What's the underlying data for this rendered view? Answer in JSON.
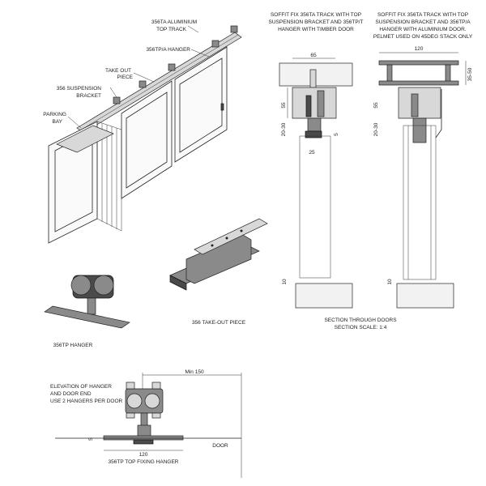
{
  "iso_view": {
    "labels": {
      "top_track_1": "356TA ALUMINIUM",
      "top_track_2": "TOP TRACK",
      "hanger": "356TP/A HANGER",
      "take_out_1": "TAKE OUT",
      "take_out_2": "PIECE",
      "bracket_1": "356 SUSPENSION",
      "bracket_2": "BRACKET",
      "parking_1": "PARKING",
      "parking_2": "BAY"
    }
  },
  "section_timber": {
    "caption": [
      "SOFFIT FIX 356TA TRACK WITH TOP",
      "SUSPENSION BRACKET AND 356TP/T",
      "HANGER WITH TIMBER DOOR"
    ],
    "dims": {
      "width": "65",
      "height": "55",
      "gap": "20-30",
      "door": "25",
      "five": "5",
      "floor": "10"
    }
  },
  "section_aluminium": {
    "caption": [
      "SOFFIT FIX 356TA TRACK WITH TOP",
      "SUSPENSION BRACKET AND 356TP/A",
      "HANGER WITH ALUMINIUM DOOR.",
      "PELMET USED ON 45DEG STACK ONLY"
    ],
    "dims": {
      "width": "120",
      "pelmet": "35-50",
      "height": "55",
      "gap": "20-30",
      "floor": "10"
    }
  },
  "section_title": [
    "SECTION THROUGH DOORS",
    "SECTION SCALE: 1:4"
  ],
  "parts": {
    "hanger_label": "356TP HANGER",
    "takeout_label": "356 TAKE-OUT PIECE"
  },
  "elevation": {
    "notes": [
      "ELEVATION OF HANGER",
      "AND DOOR END",
      "USE 2 HANGERS PER DOOR"
    ],
    "min_dim": "Min 150",
    "five": "5",
    "width": "120",
    "door": "DOOR",
    "caption": "356TP TOP FIXING HANGER"
  }
}
